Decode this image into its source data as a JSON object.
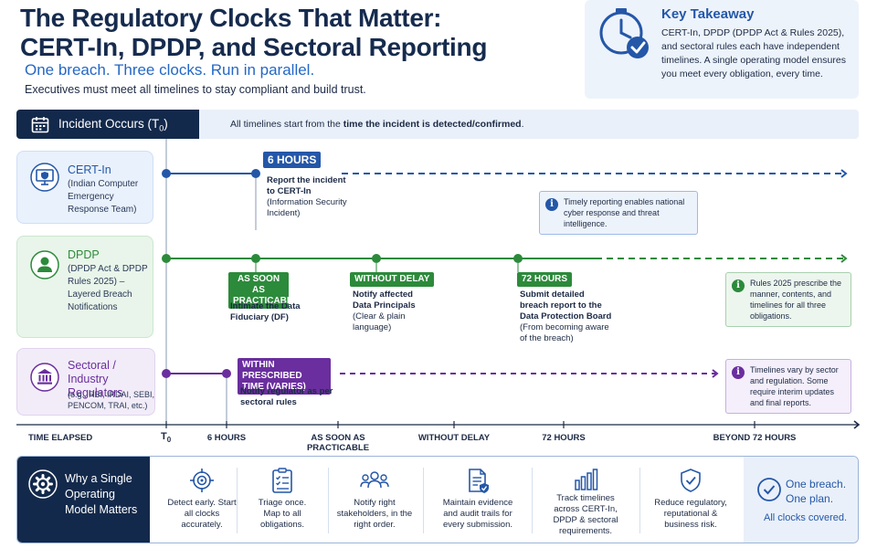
{
  "header": {
    "title_line1": "The Regulatory Clocks That Matter:",
    "title_line2": "CERT-In, DPDP, and Sectoral Reporting",
    "tagline": "One breach. Three clocks. Run in parallel.",
    "subline": "Executives must meet all timelines to stay compliant and build trust."
  },
  "takeaway": {
    "title": "Key Takeaway",
    "text": "CERT-In, DPDP (DPDP Act & Rules 2025), and sectoral rules each have independent timelines. A single operating model ensures you meet every obligation, every time.",
    "icon": "clock-check-icon"
  },
  "incident": {
    "label": "Incident Occurs (T",
    "label_sub": "0",
    "label_end": ")",
    "note_pre": "All timelines start from the ",
    "note_bold": "time the incident is detected/confirmed",
    "note_post": "."
  },
  "lanes": {
    "cert": {
      "name": "CERT-In",
      "desc": "(Indian Computer Emergency Response Team)",
      "badge": "6 HOURS",
      "action_bold": "Report the incident to CERT-In",
      "action_rest": "(Information Security Incident)",
      "note": "Timely reporting enables national cyber response and threat intelligence.",
      "color": "#2457a8"
    },
    "dpdp": {
      "name": "DPDP",
      "desc": "(DPDP Act & DPDP Rules 2025) – Layered Breach Notifications",
      "milestones": [
        {
          "badge": "AS SOON AS PRACTICABLE",
          "bold": "Intimate the Data Fiduciary (DF)",
          "rest": ""
        },
        {
          "badge": "WITHOUT DELAY",
          "bold": "Notify affected Data Principals",
          "rest": "(Clear & plain language)"
        },
        {
          "badge": "72 HOURS",
          "bold": "Submit detailed breach report to the Data Protection Board",
          "rest": "(From becoming aware of the breach)"
        }
      ],
      "note": "Rules 2025 prescribe the manner, contents, and timelines for all three obligations.",
      "color": "#2c8a3b"
    },
    "sectoral": {
      "name": "Sectoral / Industry Regulators",
      "desc": "(e.g., RBI, IRDAI, SEBI, PENCOM, TRAI, etc.)",
      "badge": "WITHIN PRESCRIBED TIME (VARIES)",
      "action_bold": "Notify regulator as per sectoral rules",
      "note": "Timelines vary by sector and regulation. Some require interim updates and final reports.",
      "color": "#6a2e9e"
    }
  },
  "axis": {
    "label": "TIME ELAPSED",
    "t0": "T",
    "t0_sub": "0",
    "ticks": [
      "6 HOURS",
      "AS SOON AS PRACTICABLE",
      "WITHOUT DELAY",
      "72 HOURS",
      "BEYOND 72 HOURS"
    ]
  },
  "bottom": {
    "heading": "Why a Single Operating Model Matters",
    "items": [
      {
        "icon": "target-icon",
        "text": "Detect early. Start all clocks accurately."
      },
      {
        "icon": "checklist-icon",
        "text": "Triage once. Map to all obligations."
      },
      {
        "icon": "people-icon",
        "text": "Notify right stakeholders, in the right order."
      },
      {
        "icon": "document-check-icon",
        "text": "Maintain evidence and audit trails for every submission."
      },
      {
        "icon": "bar-chart-icon",
        "text": "Track timelines across CERT-In, DPDP & sectoral requirements."
      },
      {
        "icon": "shield-check-icon",
        "text": "Reduce regulatory, reputational & business risk."
      }
    ],
    "final_line1": "One breach.",
    "final_line2": "One plan.",
    "final_line3": "All clocks covered."
  }
}
